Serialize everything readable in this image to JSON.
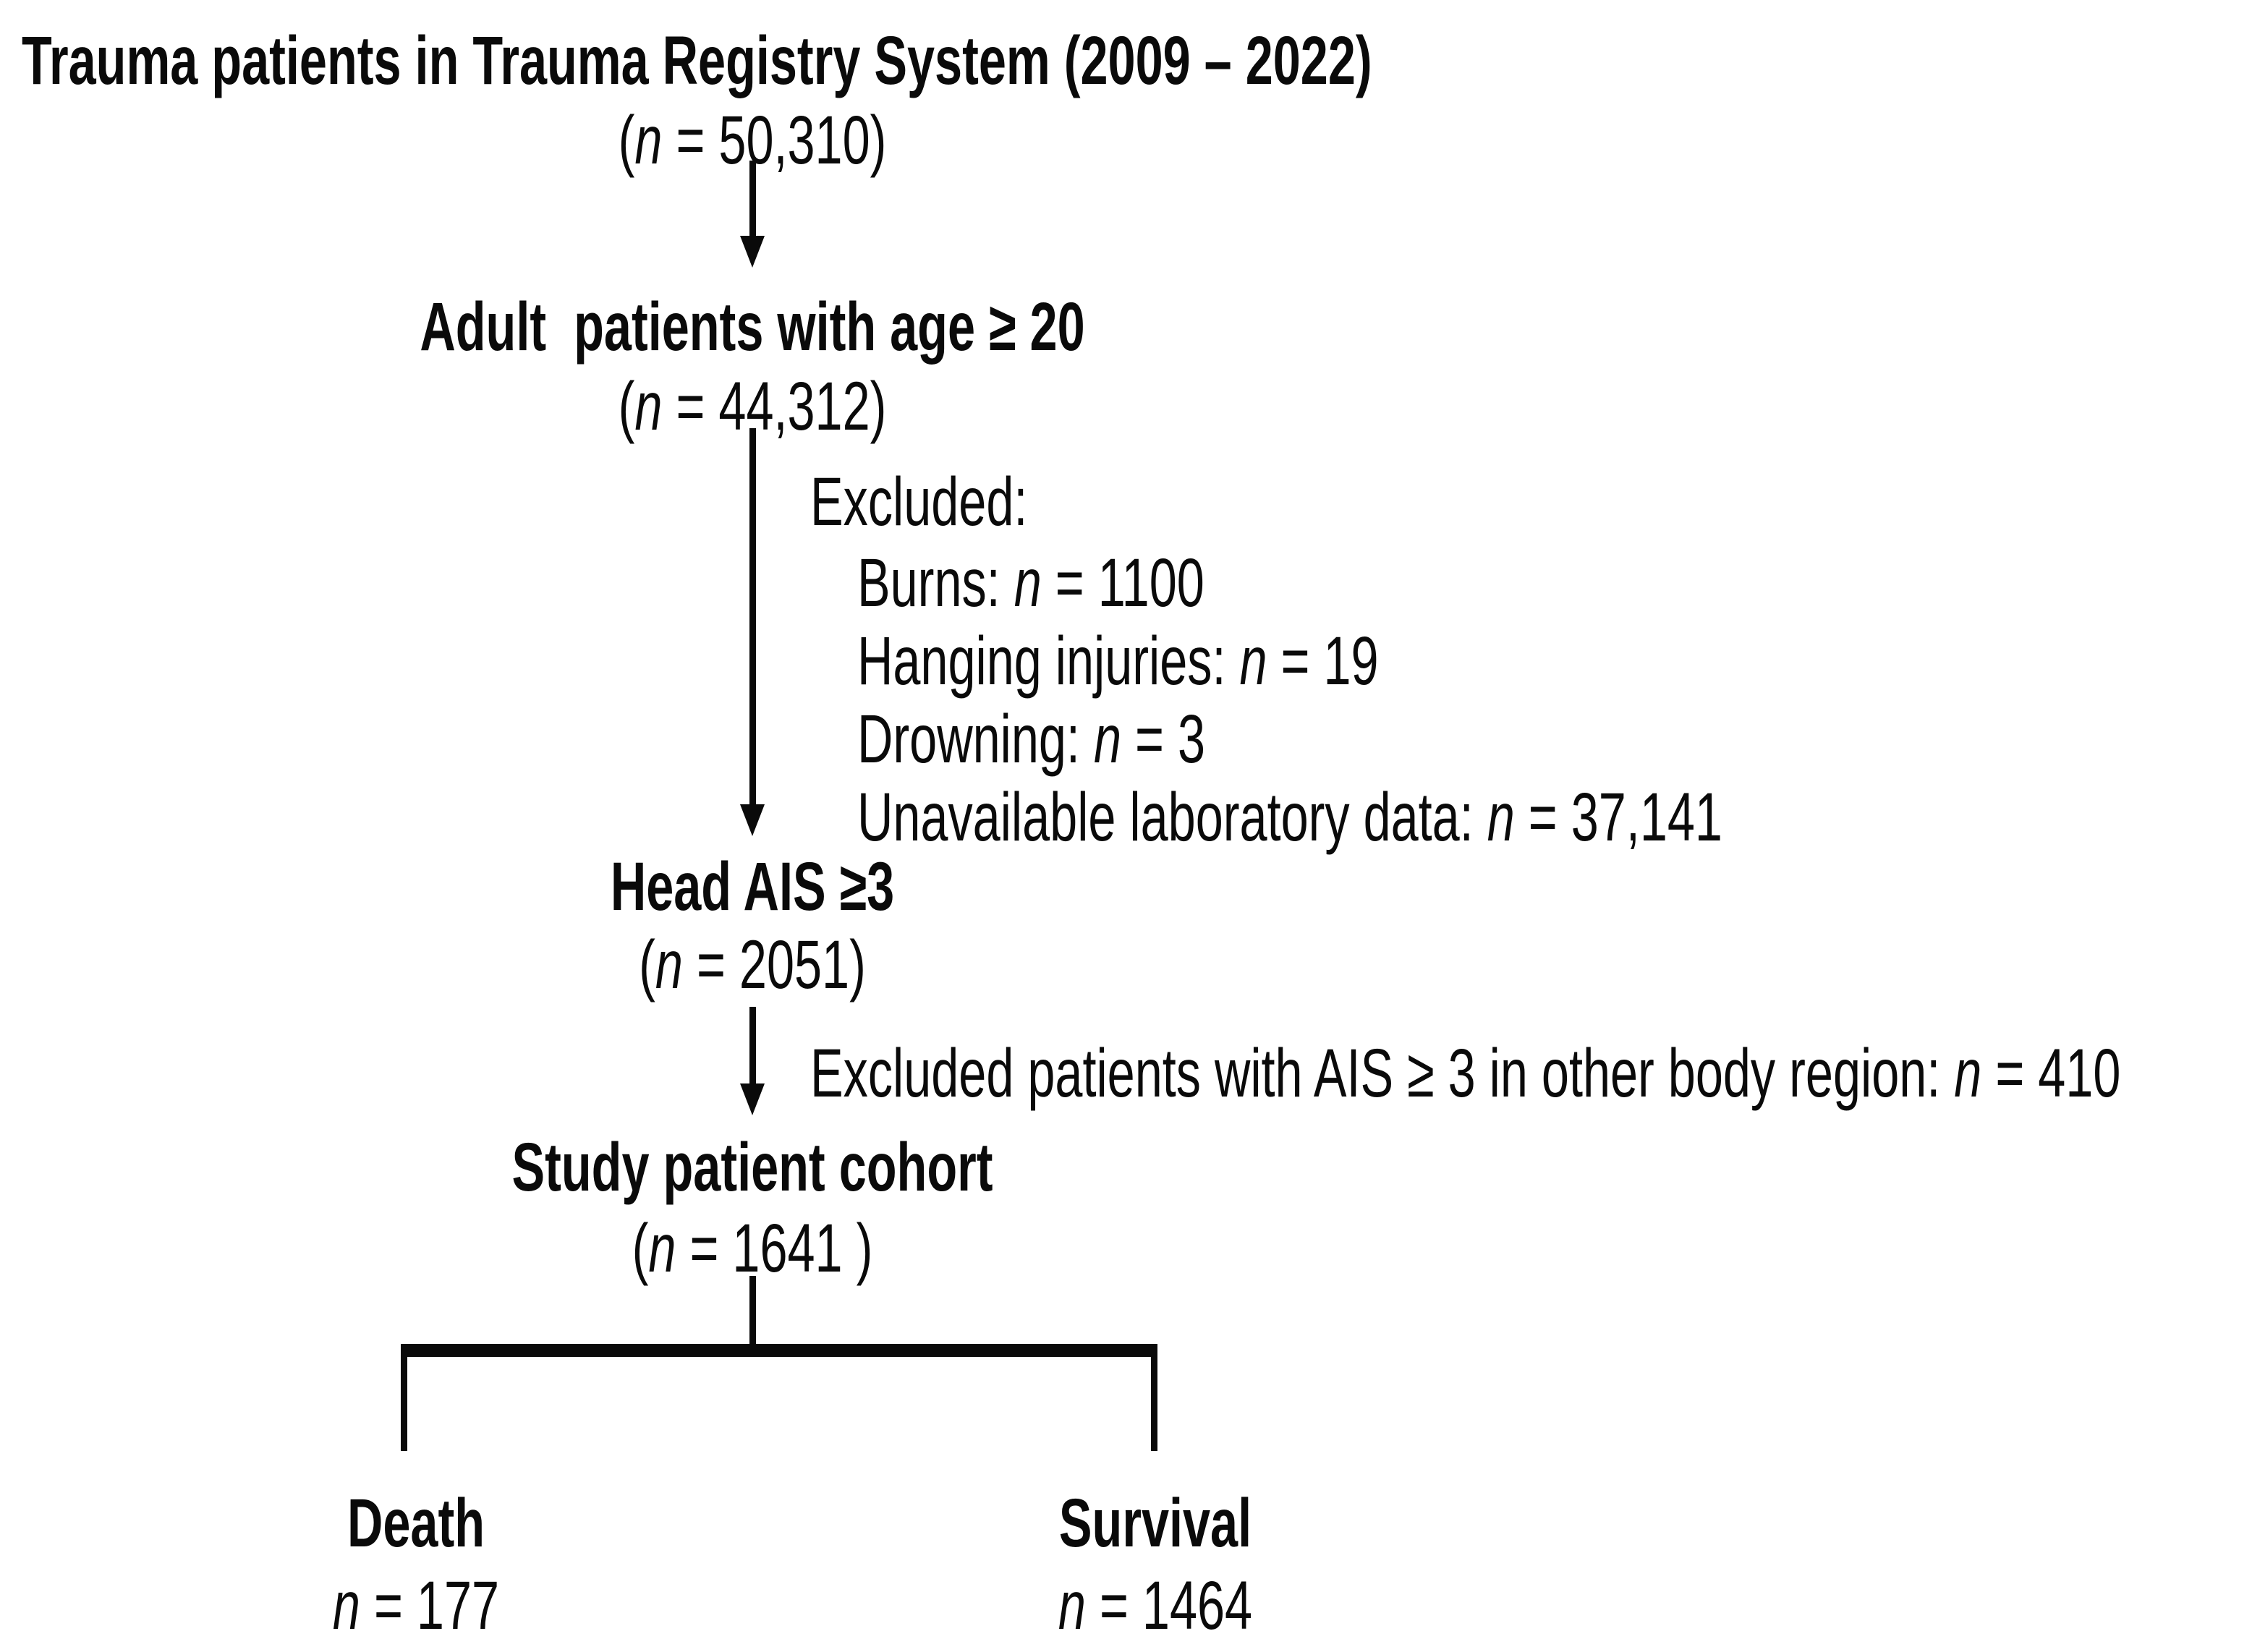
{
  "flow": {
    "title": "Trauma patients in Trauma Registry System (2009 – 2022)",
    "title_count": "(n = 50,310)",
    "adult": {
      "label": "Adult  patients with age ≥ 20",
      "count": "(n = 44,312)"
    },
    "exclusions": {
      "header": "Excluded:",
      "items": [
        "Burns: n = 1100",
        "Hanging injuries: n = 19",
        "Drowning: n = 3",
        "Unavailable laboratory data: n = 37,141"
      ]
    },
    "head_ais": {
      "label": "Head AIS ≥3",
      "count": "(n = 2051)"
    },
    "exclusion_other_region": "Excluded patients with AIS ≥ 3 in other body region: n = 410",
    "cohort": {
      "label": "Study patient cohort",
      "count": "(n = 1641 )"
    },
    "outcomes": {
      "death": {
        "label": "Death",
        "count": "n = 177"
      },
      "survival": {
        "label": "Survival",
        "count": "n = 1464"
      }
    },
    "colors": {
      "ink": "#0a0a0a",
      "background": "#ffffff"
    }
  }
}
